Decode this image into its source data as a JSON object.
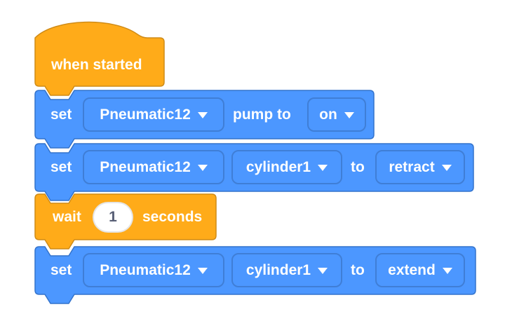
{
  "app": {
    "name": "blocks-workspace",
    "description": "Block coding canvas with a pneumatic control stack"
  },
  "colors": {
    "blue_fill": "#4C97FF",
    "blue_border": "#3373CC",
    "orange_fill": "#FFAB19",
    "orange_border": "#CF8B17",
    "label_text": "#FFFFFF",
    "input_bg": "#FFFFFF",
    "input_text": "#575E75",
    "canvas_bg": "#FFFFFF"
  },
  "icons": {
    "dropdown_caret": "triangle-down"
  },
  "blocks": {
    "when_started": {
      "label": "when started"
    },
    "set_pump": {
      "set": "set",
      "device": "Pneumatic12",
      "pump_to": "pump to",
      "state": "on"
    },
    "set_cylinder_retract": {
      "set": "set",
      "device": "Pneumatic12",
      "cylinder": "cylinder1",
      "to": "to",
      "state": "retract"
    },
    "wait": {
      "wait": "wait",
      "duration": "1",
      "seconds": "seconds"
    },
    "set_cylinder_extend": {
      "set": "set",
      "device": "Pneumatic12",
      "cylinder": "cylinder1",
      "to": "to",
      "state": "extend"
    }
  }
}
